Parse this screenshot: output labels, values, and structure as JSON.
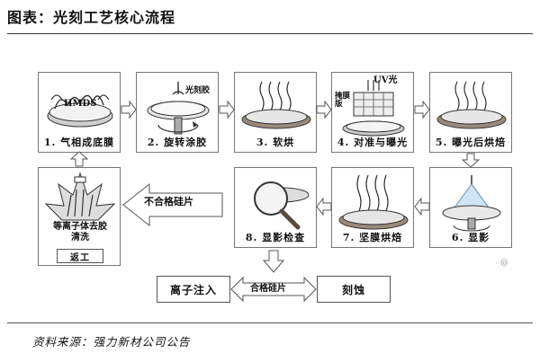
{
  "title": "图表：光刻工艺核心流程",
  "source": "资料来源：强力新材公司公告",
  "steps": [
    {
      "caption": "1. 气相成底膜",
      "label": "HMDS"
    },
    {
      "caption": "2. 旋转涂胶",
      "label": "光刻胶"
    },
    {
      "caption": "3. 软烘"
    },
    {
      "caption": "4. 对准与曝光",
      "label_top": "UV光",
      "label_side": "掩膜版"
    },
    {
      "caption": "5. 曝光后烘焙"
    },
    {
      "caption": "6. 显影"
    },
    {
      "caption": "7. 坚膜烘焙"
    },
    {
      "caption": "8. 显影检查"
    }
  ],
  "strip": {
    "label": "等离子体去胶清洗",
    "rework": "返工"
  },
  "unqualified": "不合格硅片",
  "qualified": "合格硅片",
  "ion_implant": "离子注入",
  "etch": "刻蚀",
  "watermark": "@"
}
